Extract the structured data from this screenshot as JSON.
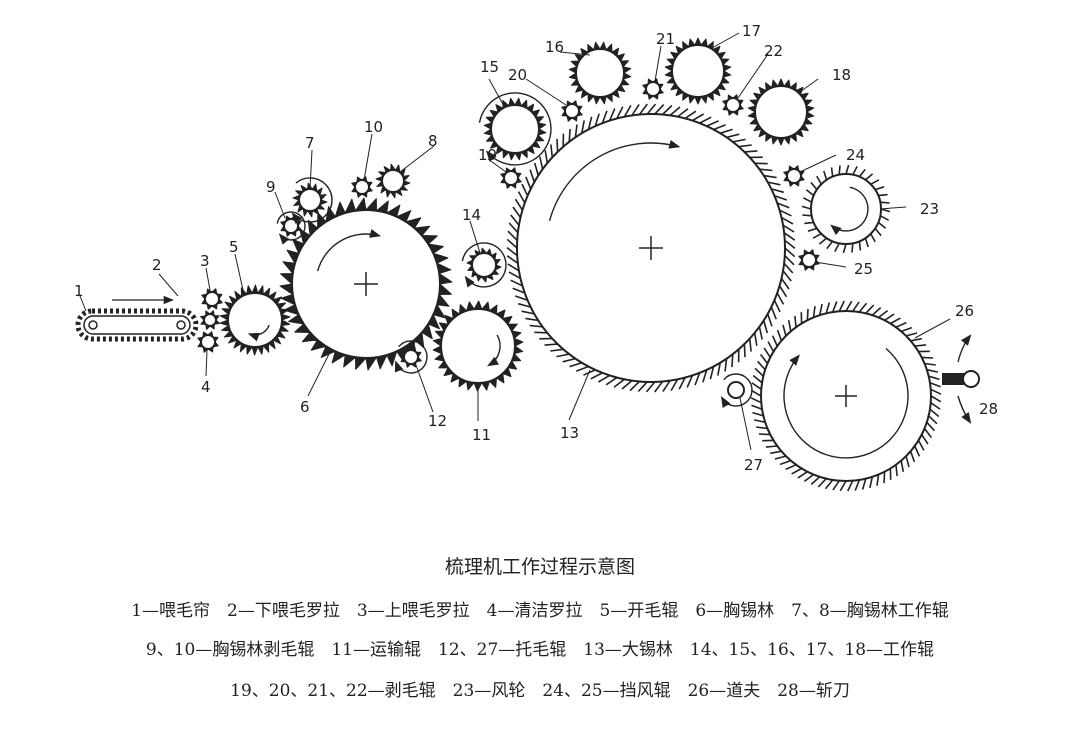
{
  "title": "梳理机工作过程示意图",
  "legend_lines": [
    "1—喂毛帘　2—下喂毛罗拉　3—上喂毛罗拉　4—清洁罗拉　5—开毛辊　6—胸锡林　7、8—胸锡林工作辊",
    "9、10—胸锡林剥毛辊　11—运输辊　12、27—托毛辊　13—大锡林　14、15、16、17、18—工作辊",
    "19、20、21、22—剥毛辊　23—风轮　24、25—挡风辊　26—道夫　28—斩刀"
  ],
  "parts": [
    {
      "id": "1",
      "label": "1"
    },
    {
      "id": "2",
      "label": "2"
    },
    {
      "id": "3",
      "label": "3"
    },
    {
      "id": "4",
      "label": "4"
    },
    {
      "id": "5",
      "label": "5"
    },
    {
      "id": "6",
      "label": "6"
    },
    {
      "id": "7",
      "label": "7"
    },
    {
      "id": "8",
      "label": "8"
    },
    {
      "id": "9",
      "label": "9"
    },
    {
      "id": "10",
      "label": "10"
    },
    {
      "id": "11",
      "label": "11"
    },
    {
      "id": "12",
      "label": "12"
    },
    {
      "id": "13",
      "label": "13"
    },
    {
      "id": "14",
      "label": "14"
    },
    {
      "id": "15",
      "label": "15"
    },
    {
      "id": "16",
      "label": "16"
    },
    {
      "id": "17",
      "label": "17"
    },
    {
      "id": "18",
      "label": "18"
    },
    {
      "id": "19",
      "label": "19"
    },
    {
      "id": "20",
      "label": "20"
    },
    {
      "id": "21",
      "label": "21"
    },
    {
      "id": "22",
      "label": "22"
    },
    {
      "id": "23",
      "label": "23"
    },
    {
      "id": "24",
      "label": "24"
    },
    {
      "id": "25",
      "label": "25"
    },
    {
      "id": "26",
      "label": "26"
    },
    {
      "id": "27",
      "label": "27"
    },
    {
      "id": "28",
      "label": "28"
    }
  ]
}
